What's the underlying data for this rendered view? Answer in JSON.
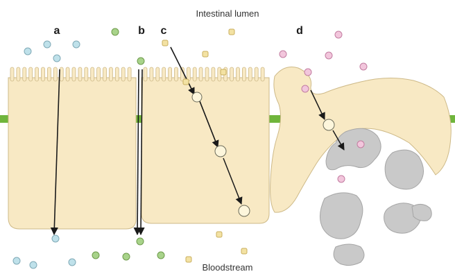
{
  "labels": {
    "top": "Intestinal lumen",
    "bottom": "Bloodstream",
    "panels": [
      "a",
      "b",
      "c",
      "d"
    ]
  },
  "colors": {
    "cell_fill": "#f8e9c4",
    "cell_stroke": "#cdb987",
    "junction": "#6fb53c",
    "arrow": "#1a1a1a",
    "particle_a": "#bfe1ea",
    "particle_b": "#a8d38a",
    "particle_c": "#f3e2a3",
    "particle_d": "#f2c6dc",
    "gray_cell": "#c9c9c9"
  }
}
